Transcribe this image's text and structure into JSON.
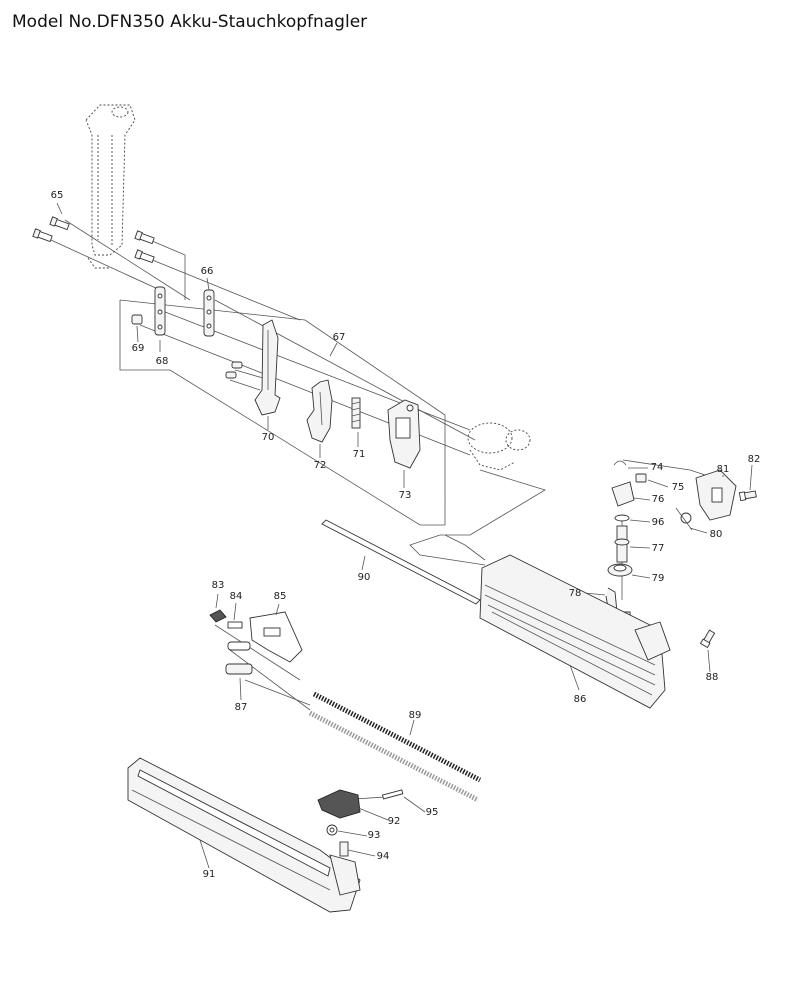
{
  "header": {
    "title": "Model No.DFN350 Akku-Stauchkopfnagler"
  },
  "callouts": [
    "65",
    "66",
    "67",
    "68",
    "69",
    "70",
    "71",
    "72",
    "73",
    "74",
    "75",
    "76",
    "77",
    "78",
    "79",
    "80",
    "81",
    "82",
    "83",
    "84",
    "85",
    "86",
    "87",
    "88",
    "89",
    "90",
    "91",
    "92",
    "93",
    "94",
    "95",
    "96"
  ]
}
